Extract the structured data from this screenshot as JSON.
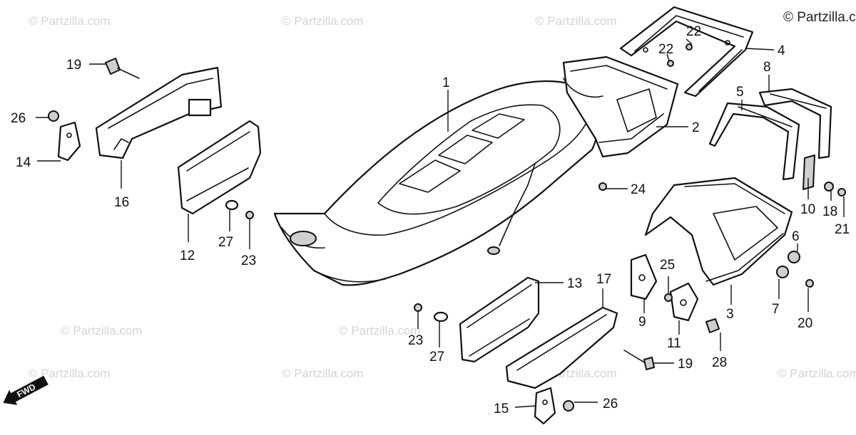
{
  "copyright": "© Partzilla.com",
  "watermark": "© Partzilla.com",
  "fwd_label": "FWD",
  "callouts": {
    "p1": "1",
    "p2": "2",
    "p3": "3",
    "p4": "4",
    "p5": "5",
    "p6": "6",
    "p7": "7",
    "p8": "8",
    "p9": "9",
    "p10": "10",
    "p11": "11",
    "p12": "12",
    "p13": "13",
    "p14": "14",
    "p15": "15",
    "p16": "16",
    "p17": "17",
    "p18": "18",
    "p19a": "19",
    "p19b": "19",
    "p20": "20",
    "p21": "21",
    "p22a": "22",
    "p22b": "22",
    "p23a": "23",
    "p23b": "23",
    "p24": "24",
    "p25": "25",
    "p26a": "26",
    "p26b": "26",
    "p27a": "27",
    "p27b": "27",
    "p28": "28"
  }
}
